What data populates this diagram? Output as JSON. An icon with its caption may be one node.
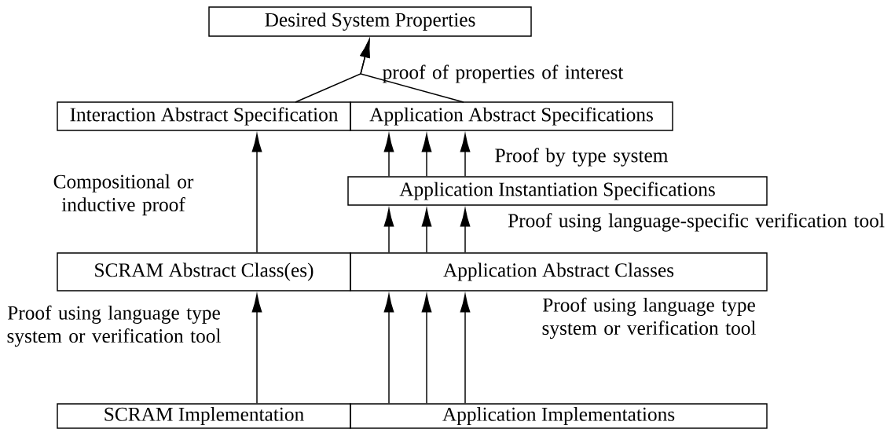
{
  "diagram": {
    "nodes": [
      {
        "text": [
          "Desired System Properties"
        ]
      },
      {
        "text": [
          "Interaction Abstract Specification"
        ]
      },
      {
        "text": [
          "Application Abstract Specifications"
        ]
      },
      {
        "text": [
          "Application Instantiation Specifications"
        ]
      },
      {
        "text": [
          "SCRAM Abstract Class(es)"
        ]
      },
      {
        "text": [
          "Application Abstract Classes"
        ]
      },
      {
        "text": [
          "SCRAM Implementation"
        ]
      },
      {
        "text": [
          "Application Implementations"
        ]
      }
    ],
    "edges": [
      {
        "from": 1,
        "to": 0,
        "arrow": "to"
      },
      {
        "from": 2,
        "to": 0,
        "arrow": "to"
      },
      {
        "from": 4,
        "to": 1,
        "arrow": "to"
      },
      {
        "from": 3,
        "to": 2,
        "arrow": "to"
      },
      {
        "from": 3,
        "to": 2,
        "arrow": "to"
      },
      {
        "from": 3,
        "to": 2,
        "arrow": "to"
      },
      {
        "from": 5,
        "to": 3,
        "arrow": "to"
      },
      {
        "from": 5,
        "to": 3,
        "arrow": "to"
      },
      {
        "from": 5,
        "to": 3,
        "arrow": "to"
      },
      {
        "from": 6,
        "to": 4,
        "arrow": "to"
      },
      {
        "from": 7,
        "to": 5,
        "arrow": "to"
      },
      {
        "from": 7,
        "to": 5,
        "arrow": "to"
      },
      {
        "from": 7,
        "to": 5,
        "arrow": "to"
      }
    ],
    "labels": [
      "proof of properties of interest",
      "Proof by type system",
      "Compositional or inductive proof",
      "Proof using language-specific verification tool",
      "Proof using language type system or verification tool",
      "Proof using language type system or verification tool"
    ]
  }
}
